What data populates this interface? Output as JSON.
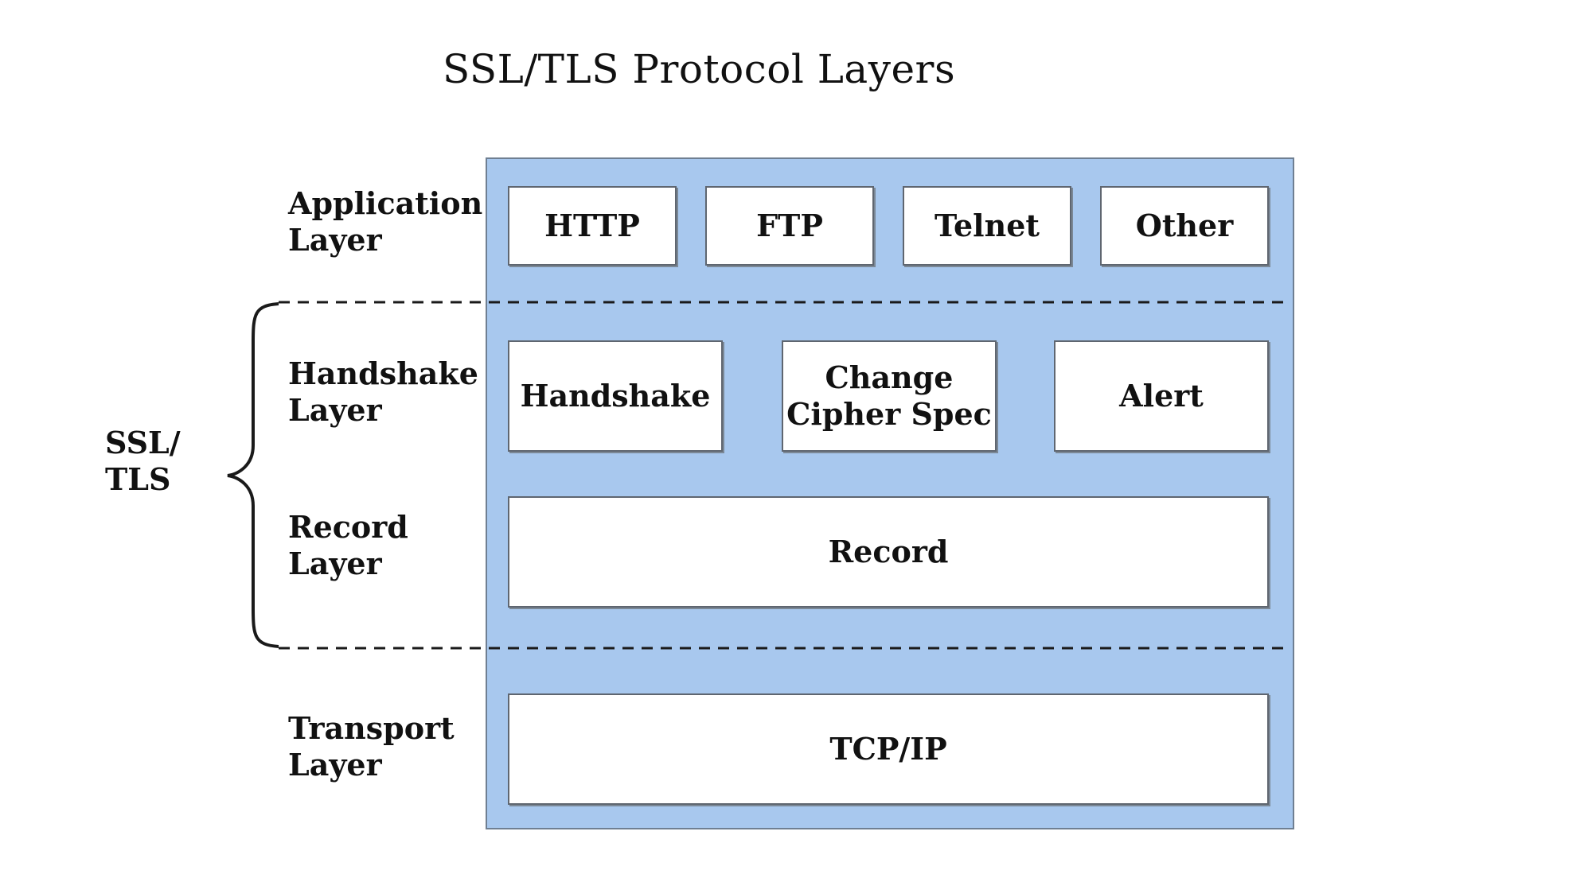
{
  "title": "SSL/TLS Protocol Layers",
  "group_label": "SSL/\nTLS",
  "layers": {
    "application": "Application\nLayer",
    "handshake": "Handshake\nLayer",
    "record": "Record\nLayer",
    "transport": "Transport\nLayer"
  },
  "application_protocols": [
    "HTTP",
    "FTP",
    "Telnet",
    "Other"
  ],
  "handshake_protocols": [
    "Handshake",
    "Change\nCipher Spec",
    "Alert"
  ],
  "record_protocol": "Record",
  "transport_protocol": "TCP/IP",
  "colors": {
    "panel_fill": "#a8c8ee",
    "box_fill": "#ffffff",
    "border": "#5f6670"
  }
}
